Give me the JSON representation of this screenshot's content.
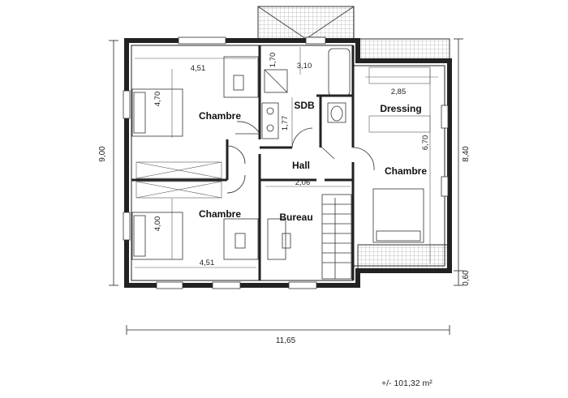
{
  "rooms": {
    "chambre_top_left": "Chambre",
    "sdb": "SDB",
    "dressing": "Dressing",
    "hall": "Hall",
    "chambre_right": "Chambre",
    "chambre_bottom_left": "Chambre",
    "bureau": "Bureau"
  },
  "dimensions": {
    "chambre_top_width": "4,51",
    "chambre_top_height": "4,70",
    "sdb_top": "1,70",
    "sdb_width": "3,10",
    "sdb_height": "1,77",
    "dressing_width": "2,85",
    "right_room_height": "6,70",
    "hall_width": "2,06",
    "chambre_bottom_height": "4,00",
    "chambre_bottom_width": "4,51",
    "overall_height_left": "9,00",
    "overall_height_right": "8,40",
    "overhang": "0,60",
    "overall_width": "11,65"
  },
  "area": "+/- 101,32 m²"
}
